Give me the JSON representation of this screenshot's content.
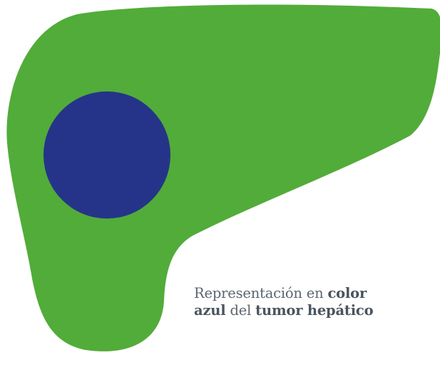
{
  "colors": {
    "liver": "#52ac39",
    "tumor": "#253489",
    "caption_text": "#5b6670",
    "background": "#ffffff"
  },
  "caption": {
    "line1": {
      "regular": "Representación en ",
      "bold": "color"
    },
    "line2": {
      "bold1": "azul",
      "regular": " del ",
      "bold2": "tumor hepático"
    }
  }
}
